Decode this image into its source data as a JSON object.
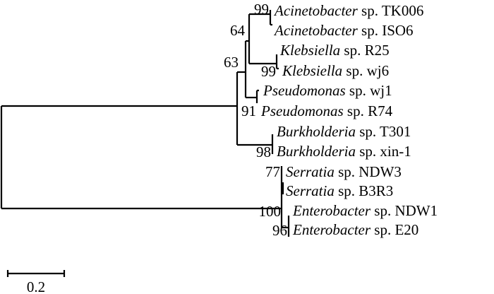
{
  "tree": {
    "leaves": [
      {
        "genus": "Acinetobacter",
        "rest": " sp. TK006"
      },
      {
        "genus": "Acinetobacter",
        "rest": " sp. ISO6"
      },
      {
        "genus": "Klebsiella",
        "rest": " sp. R25"
      },
      {
        "genus": "Klebsiella",
        "rest": " sp. wj6"
      },
      {
        "genus": "Pseudomonas",
        "rest": " sp. wj1"
      },
      {
        "genus": "Pseudomonas",
        "rest": " sp. R74"
      },
      {
        "genus": "Burkholderia",
        "rest": " sp. T301"
      },
      {
        "genus": "Burkholderia",
        "rest": " sp. xin-1"
      },
      {
        "genus": "Serratia",
        "rest": " sp. NDW3"
      },
      {
        "genus": "Serratia",
        "rest": " sp. B3R3"
      },
      {
        "genus": "Enterobacter",
        "rest": " sp. NDW1"
      },
      {
        "genus": "Enterobacter",
        "rest": " sp. E20"
      }
    ],
    "bootstrap": [
      "99",
      "64",
      "63",
      "99",
      "91",
      "98",
      "77",
      "100",
      "96"
    ],
    "scale_label": "0.2"
  }
}
